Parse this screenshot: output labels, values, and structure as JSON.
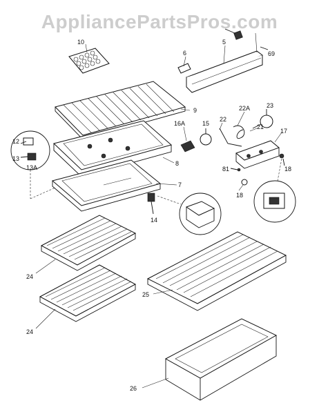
{
  "watermark": "AppliancePartsPros.com",
  "labels": {
    "l10": "10",
    "l6": "6",
    "l5": "5",
    "l69": "69",
    "l9": "9",
    "l12": "12",
    "l13": "13",
    "l13a": "13A",
    "l8": "8",
    "l7": "7",
    "l14": "14",
    "l16a": "16A",
    "l15": "15",
    "l22": "22",
    "l22a": "22A",
    "l21": "21",
    "l23": "23",
    "l17": "17",
    "l81": "81",
    "l18a": "18",
    "l18b": "18",
    "l24a": "24",
    "l24b": "24",
    "l25": "25",
    "l26": "26"
  }
}
